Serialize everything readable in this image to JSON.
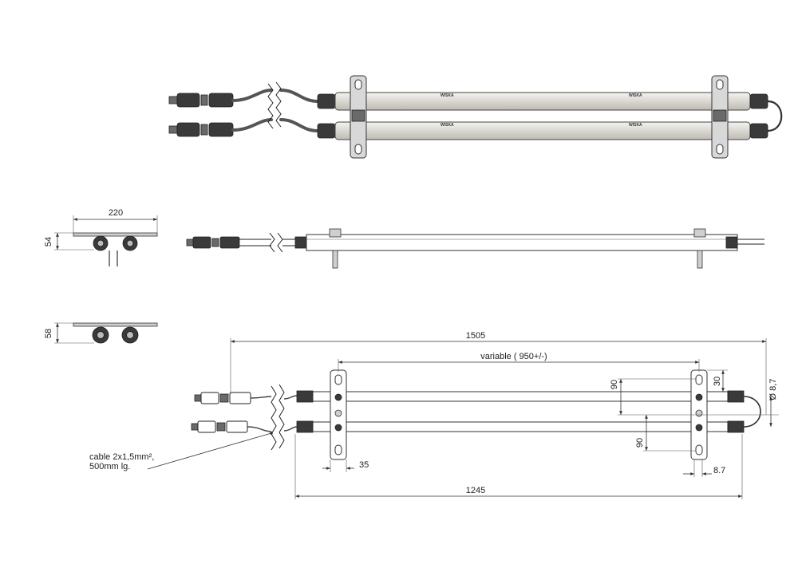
{
  "brand": "WISKA",
  "side_view": {
    "width_label": "220",
    "height_label": "54"
  },
  "end_view": {
    "height_label": "58"
  },
  "dimensions": {
    "overall_length": "1505",
    "bracket_spacing": "variable ( 950+/-)",
    "body_length": "1245",
    "bracket_width": "35",
    "end_offset": "8.7",
    "diameter": "Ø 8,7",
    "top_offset": "30",
    "spacing_upper": "90",
    "spacing_lower": "90"
  },
  "cable_note": {
    "line1": "cable 2x1,5mm²,",
    "line2": "500mm lg."
  },
  "colors": {
    "line": "#333333",
    "tube": "#e6e5e1",
    "cable": "#555555",
    "connector": "#3a3a3a"
  }
}
